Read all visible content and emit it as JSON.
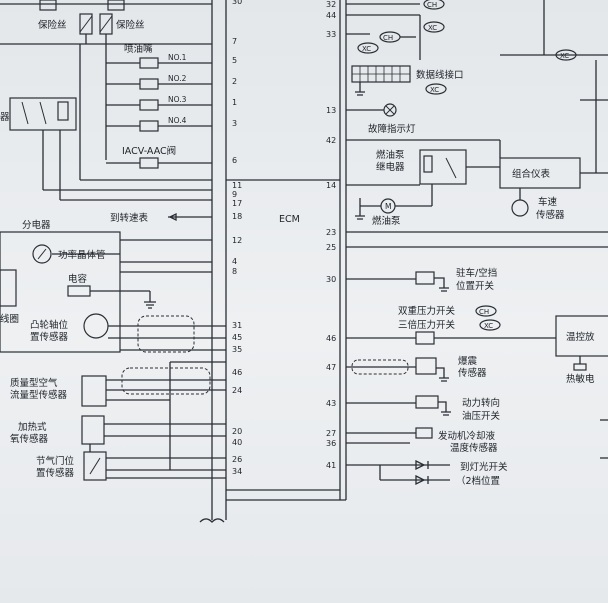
{
  "center_label": "ECM",
  "left": {
    "fuse_1": "保险丝",
    "fuse_2": "保险丝",
    "injector_title": "喷油嘴",
    "injectors": [
      "NO.1",
      "NO.2",
      "NO.3",
      "NO.4"
    ],
    "iacv": "IACV-AAC阀",
    "relay_fragment": "器",
    "to_tach": "到转速表",
    "distributor": "分电器",
    "power_transistor": "功率晶体管",
    "capacitor": "电容",
    "coil_fragment": "线圈",
    "cam_sensor": [
      "凸轮轴位",
      "置传感器"
    ],
    "maf_sensor": [
      "质量型空气",
      "流量型传感器"
    ],
    "o2_sensor": [
      "加热式",
      "氧传感器"
    ],
    "tps_sensor": [
      "节气门位",
      "置传感器"
    ]
  },
  "left_pins": [
    "30",
    "7",
    "5",
    "2",
    "1",
    "3",
    "6",
    "11",
    "9",
    "17",
    "18",
    "12",
    "4",
    "8",
    "31",
    "45",
    "35",
    "46",
    "24",
    "20",
    "40",
    "26",
    "34"
  ],
  "right_pins": [
    "32",
    "44",
    "33",
    "13",
    "42",
    "14",
    "23",
    "25",
    "30",
    "46",
    "47",
    "43",
    "27",
    "36",
    "41"
  ],
  "right": {
    "ch": "CH",
    "xc": "XC",
    "data_port": "数据线接口",
    "mil": "故障指示灯",
    "fuel_pump_relay": [
      "燃油泵",
      "继电器"
    ],
    "fuel_pump": "燃油泵",
    "combination_meter": "组合仪表",
    "vss": [
      "车速",
      "传感器"
    ],
    "park_neutral": [
      "驻车/空挡",
      "位置开关"
    ],
    "dual_pressure": "双重压力开关",
    "triple_pressure": "三倍压力开关",
    "knock_sensor": [
      "爆震",
      "传感器"
    ],
    "ps_switch": [
      "动力转向",
      "油压开关"
    ],
    "ect_sensor": [
      "发动机冷却液",
      "温度传感器"
    ],
    "headlamp_switch": [
      "到灯光开关",
      "（2档位置"
    ],
    "temp_control": "温控放",
    "thermistor": "热敏电"
  }
}
